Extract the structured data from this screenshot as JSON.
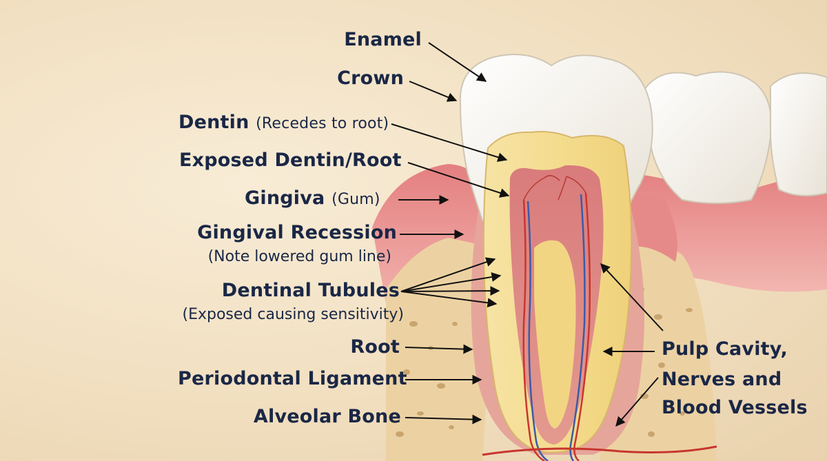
{
  "labels": {
    "enamel": "Enamel",
    "crown": "Crown",
    "dentin": "Dentin",
    "dentin_note": "(Recedes to root)",
    "exposed_dentin": "Exposed Dentin/Root",
    "gingiva": "Gingiva",
    "gingiva_note": "(Gum)",
    "recession": "Gingival Recession",
    "recession_note": "(Note lowered gum line)",
    "tubules": "Dentinal Tubules",
    "tubules_note": "(Exposed causing sensitivity)",
    "root": "Root",
    "ligament": "Periodontal Ligament",
    "bone": "Alveolar Bone",
    "pulp_line1": "Pulp Cavity,",
    "pulp_line2": "Nerves and",
    "pulp_line3": "Blood Vessels"
  },
  "colors": {
    "label_text": "#1a2746",
    "enamel": "#f7f4ee",
    "dentin": "#f3d98a",
    "pulp": "#d9787a",
    "gum": "#e99a98",
    "bone": "#ecd2a3",
    "artery": "#c8352e",
    "vein": "#3c5aa8"
  }
}
